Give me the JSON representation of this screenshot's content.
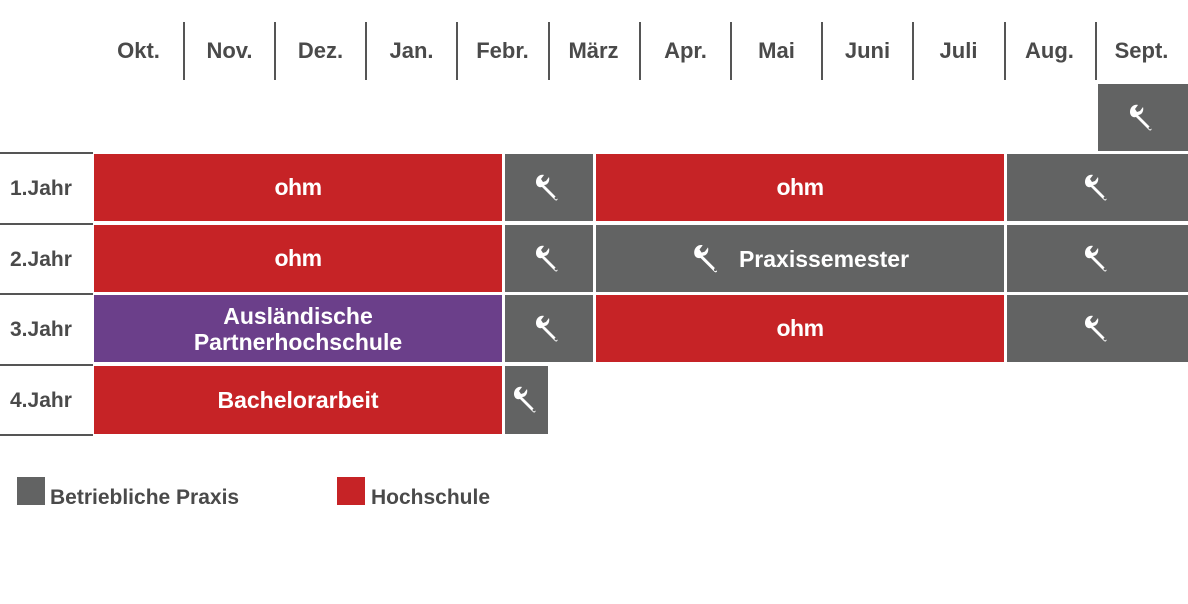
{
  "months": [
    "Okt.",
    "Nov.",
    "Dez.",
    "Jan.",
    "Febr.",
    "März",
    "Apr.",
    "Mai",
    "Juni",
    "Juli",
    "Aug.",
    "Sept."
  ],
  "rows": [
    "1.Jahr",
    "2.Jahr",
    "3.Jahr",
    "4.Jahr"
  ],
  "blocks": {
    "logo_text": "ohm",
    "praxissemester": "Praxissemester",
    "partner_line1": "Ausländische",
    "partner_line2": "Partnerhochschule",
    "bachelorarbeit": "Bachelorarbeit"
  },
  "legend": {
    "praxis": "Betriebliche Praxis",
    "hochschule": "Hochschule"
  },
  "colors": {
    "hochschule": "#c62326",
    "praxis": "#626363",
    "partner": "#6b3f8a",
    "text": "#4a4a4a"
  },
  "icons": {
    "tool": "wrench-icon",
    "logo": "ohm-logo"
  }
}
